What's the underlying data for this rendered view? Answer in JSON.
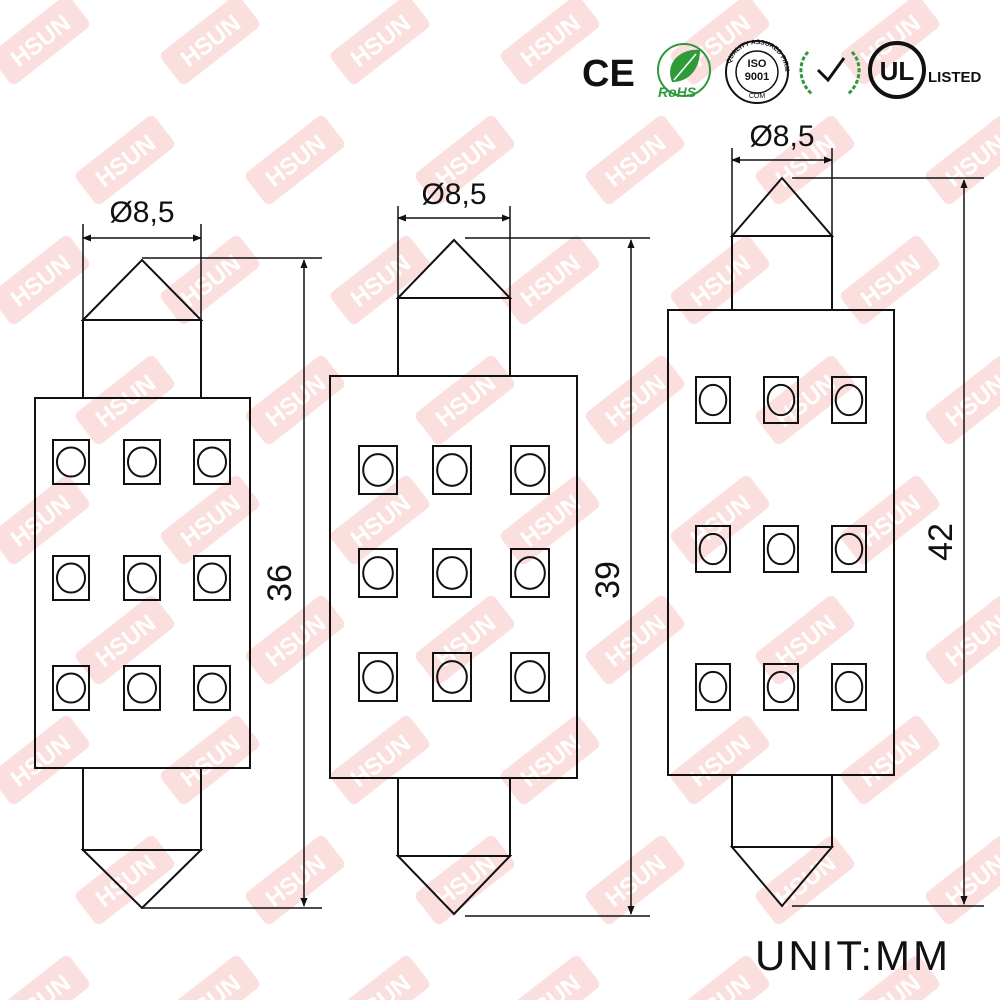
{
  "certifications": {
    "ce": "CE",
    "rohs": "RoHS",
    "iso_ring": "QUALITY ASSURED FIRM",
    "iso_line1": "ISO",
    "iso_line2": "9001",
    "iso_line3": "COM",
    "ul": "UL",
    "ul_listed": "LISTED"
  },
  "watermark": "HSUN",
  "bulbs": [
    {
      "diameter": "Ø8,5",
      "length": "36"
    },
    {
      "diameter": "Ø8,5",
      "length": "39"
    },
    {
      "diameter": "Ø8,5",
      "length": "42"
    }
  ],
  "unit_label": "UNIT:MM",
  "colors": {
    "line": "#111111",
    "watermark": "#f08a8a",
    "rohs": "#2f9a3a"
  }
}
